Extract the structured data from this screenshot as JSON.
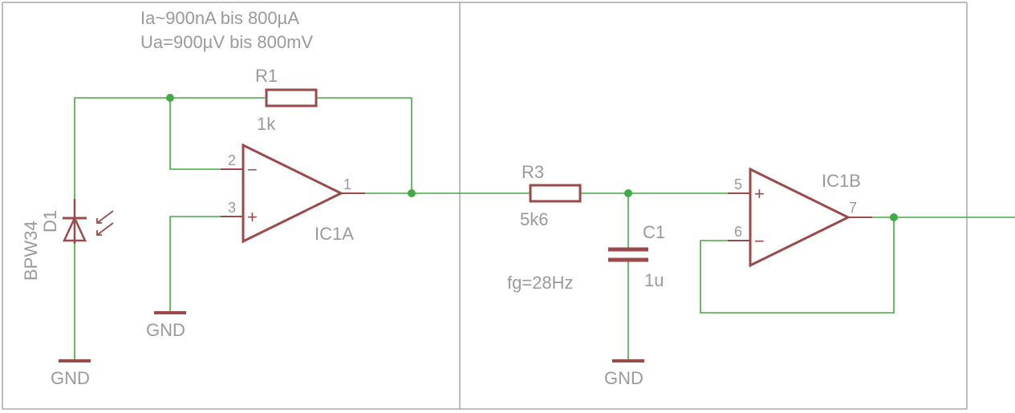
{
  "colors": {
    "background": "#ffffff",
    "frame": "#a8a8a8",
    "wire": "#44aa44",
    "junction": "#44aa44",
    "symbol": "#9b4a4a",
    "label": "#9a9a9a"
  },
  "annotations": {
    "current_range": "Ia~900nA bis 800µA",
    "voltage_range": "Ua=900µV bis 800mV",
    "cutoff": "fg=28Hz"
  },
  "components": {
    "r1": {
      "name": "R1",
      "value": "1k"
    },
    "r3": {
      "name": "R3",
      "value": "5k6"
    },
    "c1": {
      "name": "C1",
      "value": "1u"
    },
    "d1": {
      "name": "D1",
      "value": "BPW34"
    },
    "ic1a": {
      "name": "IC1A",
      "pin_inv": "2",
      "pin_noninv": "3",
      "pin_out": "1",
      "sign_minus": "−",
      "sign_plus": "+"
    },
    "ic1b": {
      "name": "IC1B",
      "pin_noninv": "5",
      "pin_inv": "6",
      "pin_out": "7",
      "sign_minus": "−",
      "sign_plus": "+"
    }
  },
  "grounds": {
    "g_diode": "GND",
    "g_opamp": "GND",
    "g_cap": "GND"
  }
}
